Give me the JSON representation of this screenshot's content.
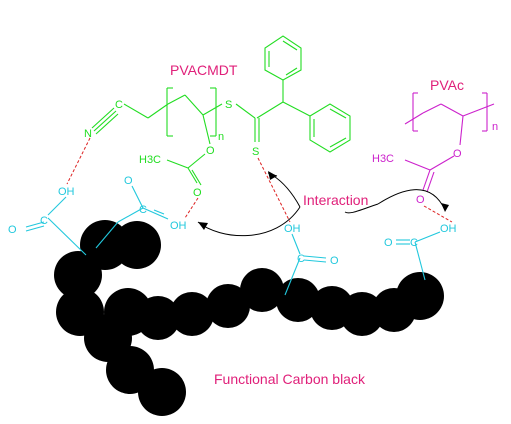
{
  "labels": {
    "pvacmdt": "PVACMDT",
    "pvac": "PVAc",
    "interaction": "Interaction",
    "carbon_black": "Functional Carbon black"
  },
  "atoms": {
    "n": "N",
    "s": "S",
    "o": "O",
    "h3c": "H3C",
    "oh": "OH",
    "subscript_n": "n"
  },
  "colors": {
    "pvacmdt": "#22dd22",
    "pvac": "#cc22cc",
    "label_magenta": "#e0207a",
    "carbon": "#000000",
    "acid": "#22c8dd",
    "hbond": "#dd2222",
    "arrow": "#000000"
  }
}
